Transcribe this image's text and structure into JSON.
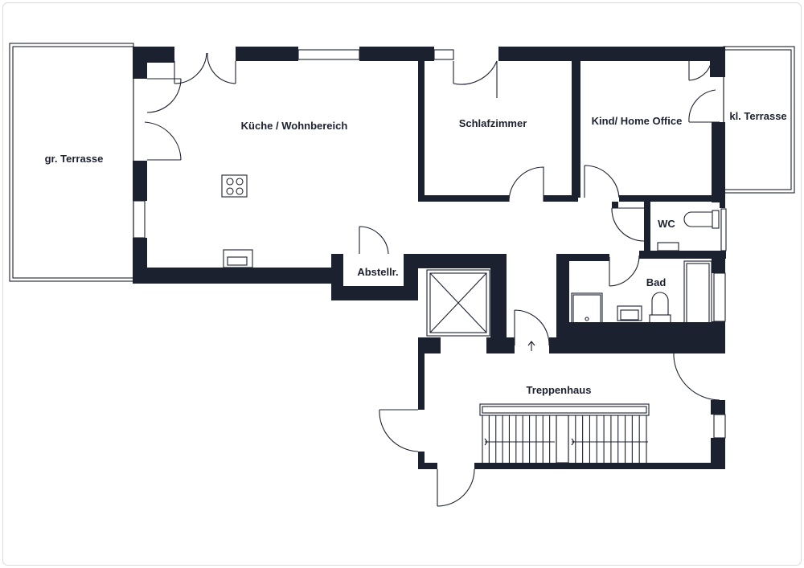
{
  "rooms": {
    "terrace_large": "gr. Terrasse",
    "kitchen_living": "Küche / Wohnbereich",
    "bedroom": "Schlafzimmer",
    "office": "Kind/ Home Office",
    "terrace_small": "kl. Terrasse",
    "wc": "WC",
    "storage": "Abstellr.",
    "bath": "Bad",
    "stairwell": "Treppenhaus"
  },
  "colors": {
    "wall": "#1c2130",
    "background": "#ffffff",
    "frame": "#d9d9d9"
  },
  "icons": {
    "stove": "cooktop-icon",
    "sink": "sink-icon",
    "toilet": "toilet-icon",
    "shower": "shower-icon",
    "bathtub": "bathtub-icon",
    "elevator": "elevator-icon",
    "stairs": "stairs-icon",
    "entry": "arrow-up-icon"
  }
}
